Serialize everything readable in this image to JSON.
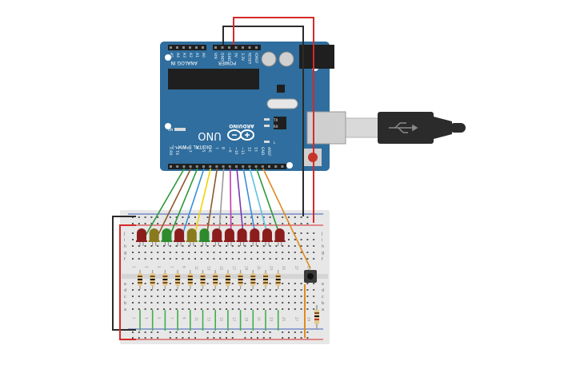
{
  "arduino": {
    "logo": "ARDUINO",
    "model": "UNO",
    "analog_header_label": "ANALOG IN",
    "analog_pins": [
      "A5",
      "A4",
      "A3",
      "A2",
      "A1",
      "A0"
    ],
    "power_header_label": "POWER",
    "power_pins": [
      "VIN",
      "GND",
      "GND",
      "5V",
      "3.3V",
      "RESET",
      "IOREF"
    ],
    "digital_label": "DIGITAL (PWM~)",
    "digital_pins": [
      "0 RX",
      "1 TX",
      "2",
      "~3",
      "4",
      "~5",
      "~6",
      "7",
      "8",
      "~9",
      "~10",
      "~11",
      "12",
      "13",
      "GND",
      "AREF"
    ],
    "led_labels": [
      "TX",
      "RX",
      "L",
      "ON"
    ]
  },
  "breadboard": {
    "row_letters_top": [
      "j",
      "i",
      "h",
      "g",
      "f"
    ],
    "row_letters_bottom": [
      "e",
      "d",
      "c",
      "b",
      "a"
    ],
    "column_numbers": [
      "1",
      "3",
      "5",
      "7",
      "9",
      "11",
      "13",
      "15",
      "17",
      "19",
      "21",
      "23",
      "25",
      "27",
      "29"
    ]
  },
  "leds": [
    {
      "color": "red"
    },
    {
      "color": "olive"
    },
    {
      "color": "green"
    },
    {
      "color": "red"
    },
    {
      "color": "olive"
    },
    {
      "color": "green"
    },
    {
      "color": "red"
    },
    {
      "color": "red"
    },
    {
      "color": "red"
    },
    {
      "color": "red"
    },
    {
      "color": "red"
    },
    {
      "color": "red"
    }
  ],
  "wire_colors": [
    "#2a9a3a",
    "#8b5a2b",
    "#2a9a3a",
    "#3a8fd6",
    "#f1d400",
    "#8b5a2b",
    "#9a9a9a",
    "#c03aa8",
    "#7a3ab0",
    "#3a8fd6",
    "#5fc2e0",
    "#2a9a3a",
    "#e08a1e"
  ],
  "colors": {
    "board": "#2f6e9e",
    "board_dark": "#245a82",
    "breadboard": "#e7e7e7",
    "rail_red": "#d42a2a",
    "rail_blue": "#3f5fb8",
    "led_red": "#8c1d1d",
    "led_olive": "#8a7a1e",
    "led_green": "#2d8a2d",
    "usb": "#2b2b2b"
  }
}
